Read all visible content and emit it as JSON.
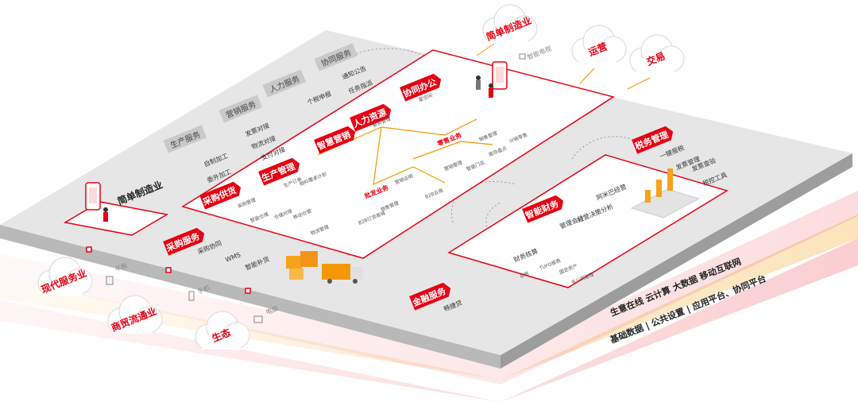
{
  "colors": {
    "accent": "#e60012",
    "platform": "#e6e6e6",
    "panel": "#ffffff",
    "orange": "#f39800"
  },
  "top_clouds": [
    "简单制造业",
    "运营",
    "交易"
  ],
  "top_note": "智能电视",
  "left_clouds": [
    "现代服务业",
    "商贸流通业",
    "生态"
  ],
  "devices": [
    "平板",
    "手机",
    "电脑"
  ],
  "left_tiles": [
    "生产服务",
    "营销服务",
    "人力服务",
    "协同服务"
  ],
  "left_tile_labels": [
    "自制加工",
    "委外加工",
    "发票对接",
    "物流对接",
    "支付对接",
    "个税申报",
    "通知公告",
    "任务指派"
  ],
  "left_box_title": "简单制造业",
  "main_tags": [
    "采购供货",
    "生产管理",
    "智慧营销",
    "人力资源",
    "协同办公"
  ],
  "main_labels": [
    "采购管理",
    "智能仓储",
    "仓储对接",
    "移动仓管",
    "生产订单",
    "物料需求计划",
    "物流管理",
    "薪资管理",
    "星空间",
    "B2B订货商城",
    "销售管理",
    "B2B云商",
    "营销证明",
    "营销管理",
    "智能门店",
    "销售管理",
    "库存盘点",
    "分销零售"
  ],
  "branch_labels": [
    "批发业务",
    "零售业务"
  ],
  "purchase_tag": "采购服务",
  "purchase_labels": [
    "采购协同",
    "WMS",
    "智能补货"
  ],
  "tax_tag": "税务管理",
  "tax_labels": [
    "一键报税",
    "发票管理",
    "发票查验",
    "税控工具"
  ],
  "finance_tag": "智能财务",
  "finance_labels": [
    "管理会计",
    "阿米巴经营",
    "经营决策分析",
    "财务核算",
    "总账",
    "TUFO报表",
    "固定资产",
    "多公司管理"
  ],
  "fin_service_tag": "金融服务",
  "fin_service_labels": [
    "畅捷贷"
  ],
  "base_strip_1": "生意在线 云计算 大数据 移动互联网",
  "base_strip_2": "基础数据 | 公共设置 | 应用平台、协同平台"
}
